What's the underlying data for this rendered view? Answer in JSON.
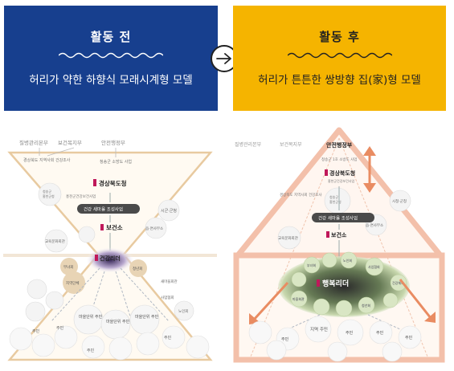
{
  "before": {
    "title": "활동 전",
    "subtitle": "허리가 약한 하향식 모래시계형 모델",
    "color": "#173f8e"
  },
  "after": {
    "title": "활동 후",
    "subtitle": "허리가 튼튼한 쌍방향 집(家)형 모델",
    "color": "#f5b400"
  },
  "arrow_icon": "right-arrow-icon",
  "left_diagram": {
    "top_labels": [
      "질병관리본부",
      "보건복지부",
      "안전행정부"
    ],
    "sub_labels": [
      "경상북도 지역사회 건강조사",
      "청송군 소방도 사업"
    ],
    "province": "경상북도청",
    "province_sub": "홍천군건강보건사업",
    "project": "건강 새마을 조성사업",
    "health_center": "보건소",
    "leader": "건강리더",
    "side_labels": [
      "시군·군청",
      "읍·면사무소",
      "교육문화회관"
    ],
    "residents": [
      "마을단위 주민",
      "마을단위 주민",
      "마을단위 주민"
    ],
    "generic": "주민"
  },
  "right_diagram": {
    "top_labels": [
      "질병관리본부",
      "보건복지부"
    ],
    "ministry": "안전행정부",
    "ministry_sub": "청송군 1호 소방도 사업",
    "province": "경상북도청",
    "province_sub": "홍천군건강보건사업",
    "survey": "경상북도 지역사회 건강조사",
    "project": "건강 새마을 조성사업",
    "health_center": "보건소",
    "leader": "행복리더",
    "side_labels": [
      "시청·군청",
      "읍·면사무소",
      "교육문화회관"
    ],
    "inner": [
      "부녀회",
      "노인회",
      "사업협회",
      "건강체조",
      "마을회관",
      "청년회"
    ],
    "region_residents": "지역 주민",
    "generic": "주민"
  }
}
